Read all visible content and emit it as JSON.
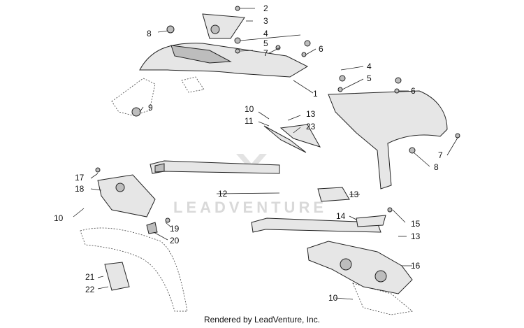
{
  "watermark": {
    "text": "LEADVENTURE"
  },
  "footer": {
    "text": "Rendered by LeadVenture, Inc."
  },
  "callouts": {
    "c1": "1",
    "c2": "2",
    "c3": "3",
    "c4a": "4",
    "c4b": "4",
    "c5a": "5",
    "c5b": "5",
    "c6a": "6",
    "c6b": "6",
    "c7a": "7",
    "c7b": "7",
    "c8a": "8",
    "c8b": "8",
    "c9": "9",
    "c10a": "10",
    "c10b": "10",
    "c10c": "10",
    "c11": "11",
    "c12": "12",
    "c13a": "13",
    "c13b": "13",
    "c13c": "13",
    "c14": "14",
    "c15": "15",
    "c16": "16",
    "c17": "17",
    "c18": "18",
    "c19": "19",
    "c20": "20",
    "c21": "21",
    "c22": "22",
    "c23": "23"
  }
}
